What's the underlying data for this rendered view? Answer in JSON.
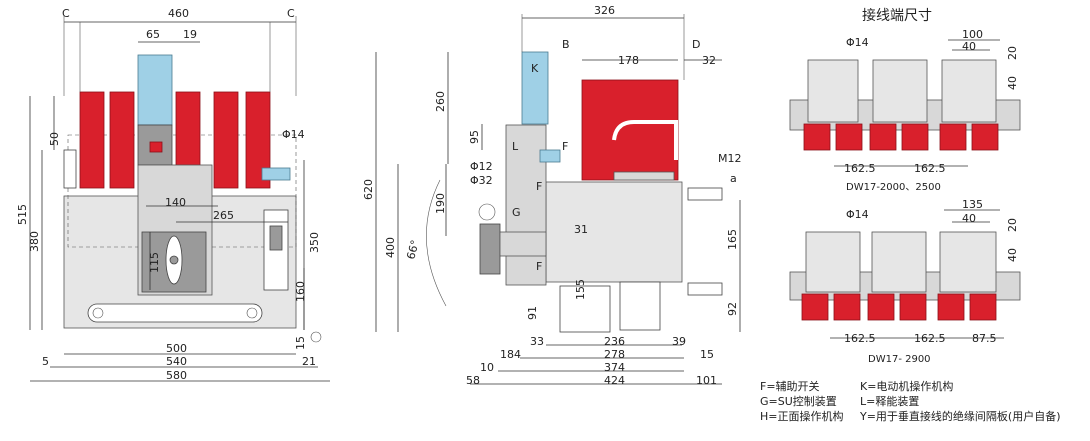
{
  "front_view": {
    "top_dims": [
      "C",
      "460",
      "C",
      "65",
      "19"
    ],
    "left_dims": [
      "50",
      "515",
      "380"
    ],
    "right_dims": [
      "350",
      "160",
      "15"
    ],
    "inner_dims": [
      "140",
      "265",
      "115",
      "Φ14"
    ],
    "bottom_dims": [
      "500",
      "540",
      "580",
      "5",
      "21"
    ]
  },
  "side_view": {
    "top_dims": [
      "326",
      "B",
      "D",
      "178",
      "32"
    ],
    "labels": [
      "K",
      "L",
      "F",
      "G",
      "F",
      "F",
      "M12",
      "a"
    ],
    "left_dims": [
      "620",
      "260",
      "95",
      "190",
      "400",
      "66°",
      "Φ12",
      "Φ32"
    ],
    "inner_dims": [
      "31",
      "155",
      "91"
    ],
    "right_dims": [
      "165",
      "92"
    ],
    "bottom_dims": [
      "184",
      "33",
      "236",
      "39",
      "278",
      "15",
      "10",
      "374",
      "58",
      "424",
      "101"
    ]
  },
  "terminal": {
    "title": "接线端尺寸",
    "top_set": {
      "dims": [
        "Φ14",
        "100",
        "40",
        "20",
        "40",
        "162.5",
        "162.5"
      ],
      "caption": "DW17-2000、2500"
    },
    "bottom_set": {
      "dims": [
        "Φ14",
        "135",
        "40",
        "20",
        "40",
        "162.5",
        "162.5",
        "87.5"
      ],
      "caption": "DW17- 2900"
    }
  },
  "legend": {
    "items": [
      "F=辅助开关",
      "K=电动机操作机构",
      "G=SU控制装置",
      "L=释能装置",
      "H=正面操作机构",
      "Y=用于垂直接线的绝缘间隔板(用户自备)"
    ]
  }
}
